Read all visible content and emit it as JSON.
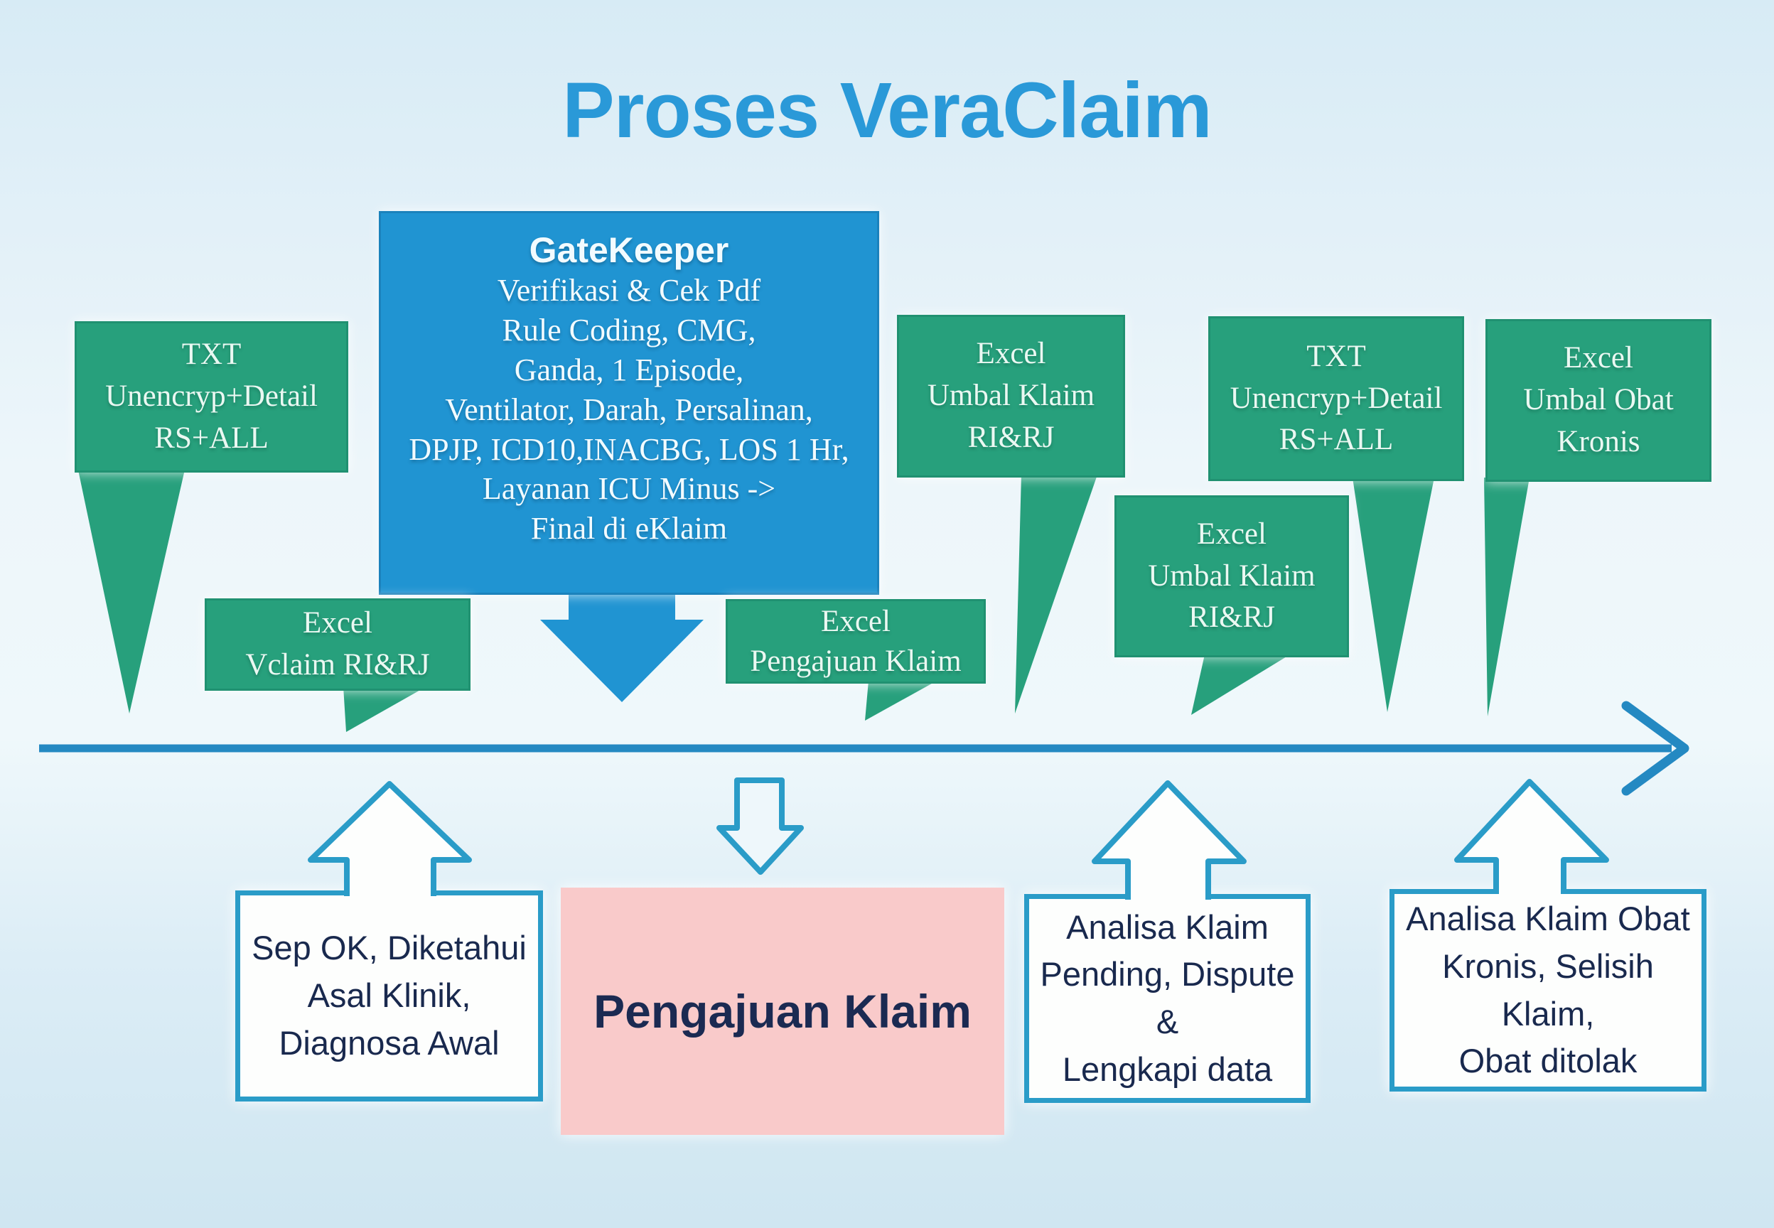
{
  "title": "Proses VeraClaim",
  "palette": {
    "background": "#ddeef6",
    "green": "#27a07c",
    "blue": "#2094d2",
    "timeline_blue": "#2489c2",
    "border_blue": "#2a9cc8",
    "pink": "#f9caca",
    "navy_text": "#19294e",
    "title_blue": "#2a99d8"
  },
  "gatekeeper": {
    "title": "GateKeeper",
    "lines": [
      "Verifikasi & Cek Pdf",
      "Rule Coding, CMG,",
      "Ganda, 1 Episode,",
      "Ventilator, Darah, Persalinan,",
      "DPJP, ICD10,INACBG, LOS 1 Hr,",
      "Layanan ICU Minus ->",
      "Final di eKlaim"
    ]
  },
  "callouts": {
    "txt_left": {
      "lines": [
        "TXT",
        "Unencryp+Detail",
        "RS+ALL"
      ]
    },
    "vclaim": {
      "lines": [
        "Excel",
        "Vclaim RI&RJ"
      ]
    },
    "umbal_klaim_1": {
      "lines": [
        "Excel",
        "Umbal Klaim",
        "RI&RJ"
      ]
    },
    "umbal_klaim_2": {
      "lines": [
        "Excel",
        "Umbal Klaim",
        "RI&RJ"
      ]
    },
    "txt_right": {
      "lines": [
        "TXT",
        "Unencryp+Detail",
        "RS+ALL"
      ]
    },
    "umbal_obat": {
      "lines": [
        "Excel",
        "Umbal Obat",
        "Kronis"
      ]
    },
    "pengajuan_excel": {
      "lines": [
        "Excel",
        "Pengajuan Klaim"
      ]
    }
  },
  "bottom": {
    "sep_ok": {
      "lines": [
        "Sep OK, Diketahui",
        "Asal Klinik,",
        "Diagnosa Awal"
      ]
    },
    "pengajuan_klaim": {
      "label": "Pengajuan Klaim"
    },
    "analisa_klaim": {
      "lines": [
        "Analisa Klaim",
        "Pending, Dispute &",
        "Lengkapi data"
      ]
    },
    "analisa_obat": {
      "lines": [
        "Analisa Klaim Obat",
        "Kronis, Selisih Klaim,",
        "Obat ditolak"
      ]
    }
  }
}
